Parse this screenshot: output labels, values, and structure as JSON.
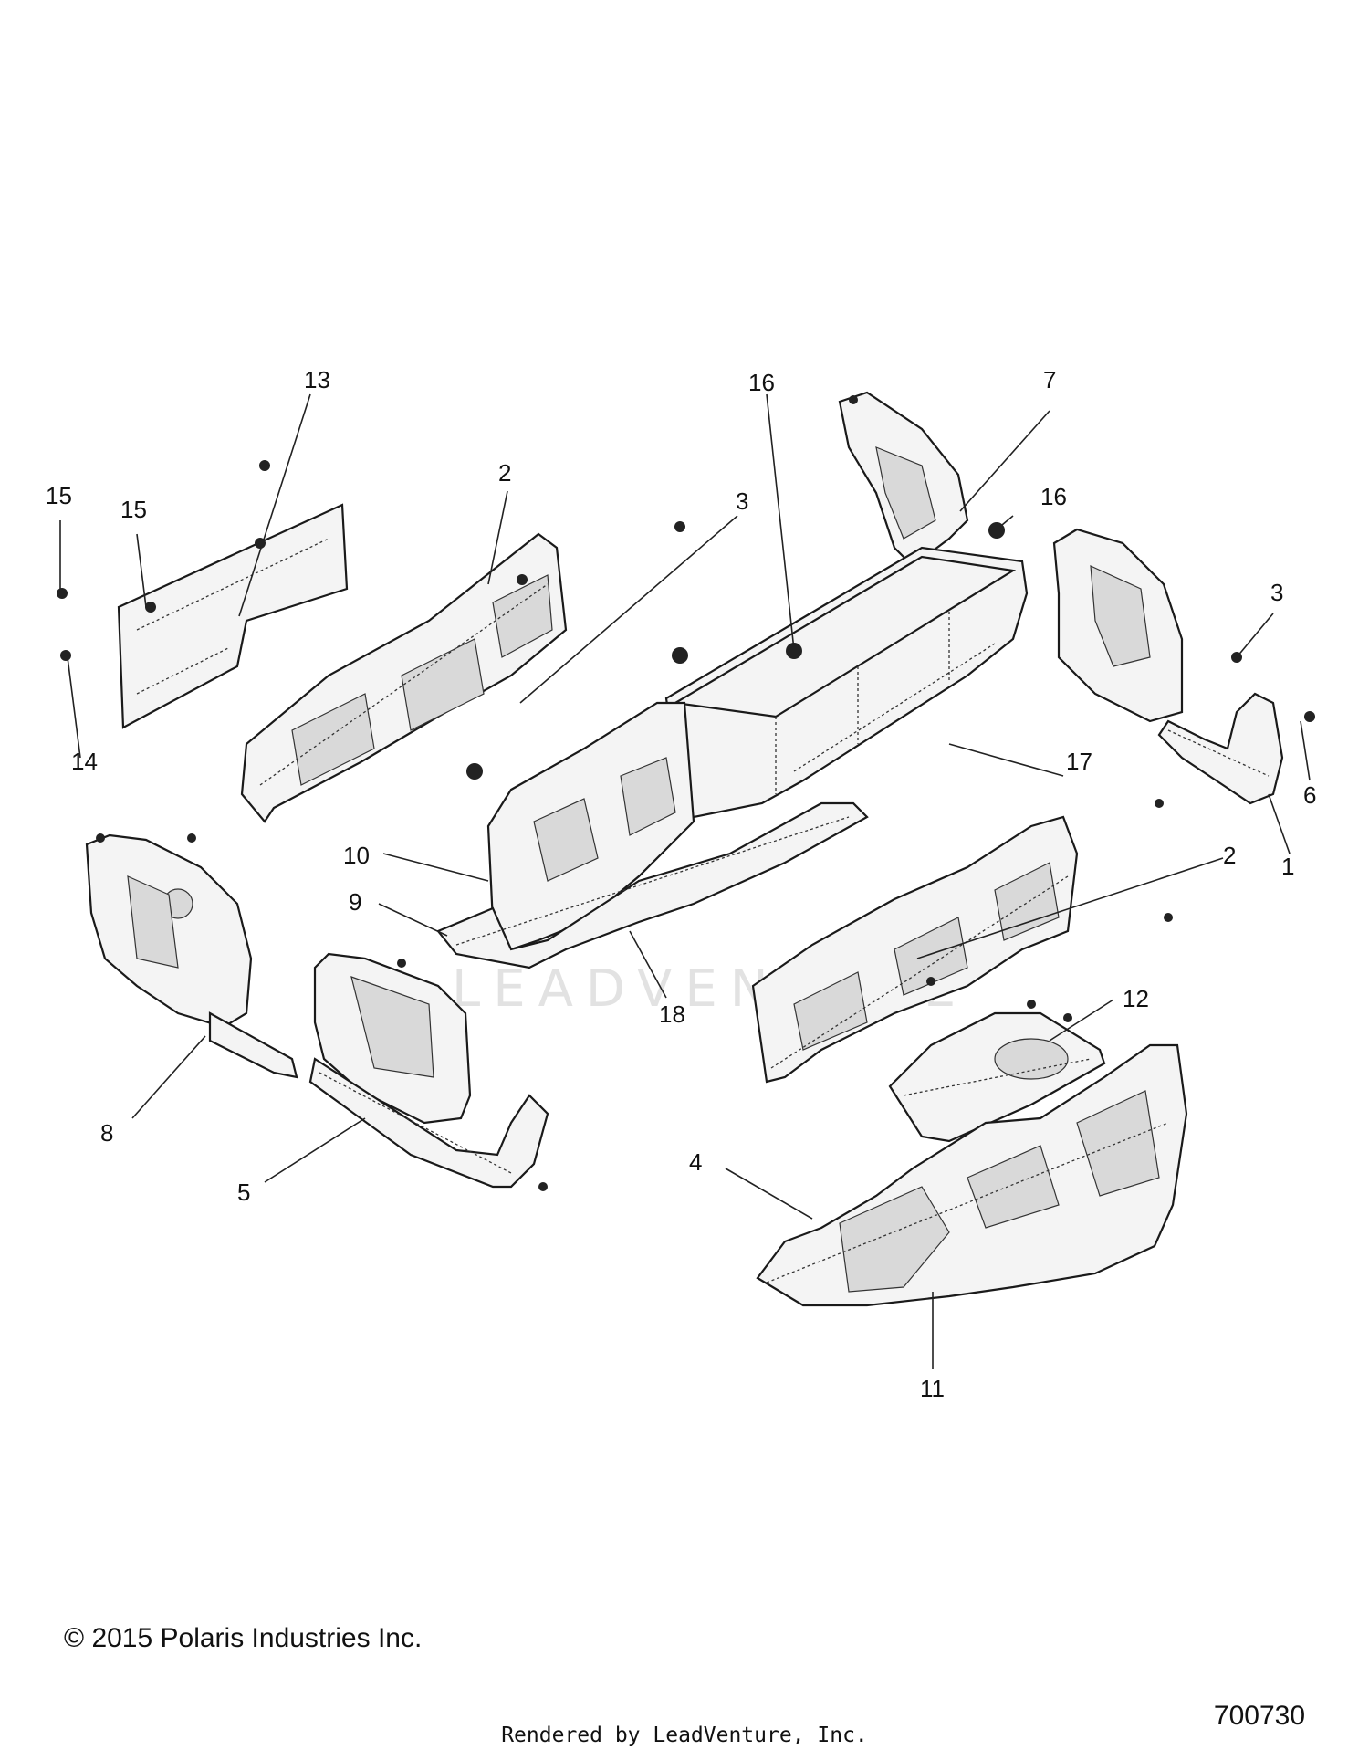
{
  "footer": {
    "copyright": "© 2015 Polaris Industries Inc.",
    "diagram_number": "700730",
    "rendered_by": "Rendered by LeadVenture, Inc."
  },
  "watermark": "LEADVENTURE",
  "callouts": [
    "13",
    "16",
    "7",
    "2",
    "3",
    "15",
    "15",
    "16",
    "3",
    "14",
    "17",
    "6",
    "1",
    "10",
    "2",
    "9",
    "18",
    "12",
    "8",
    "5",
    "4",
    "11"
  ]
}
